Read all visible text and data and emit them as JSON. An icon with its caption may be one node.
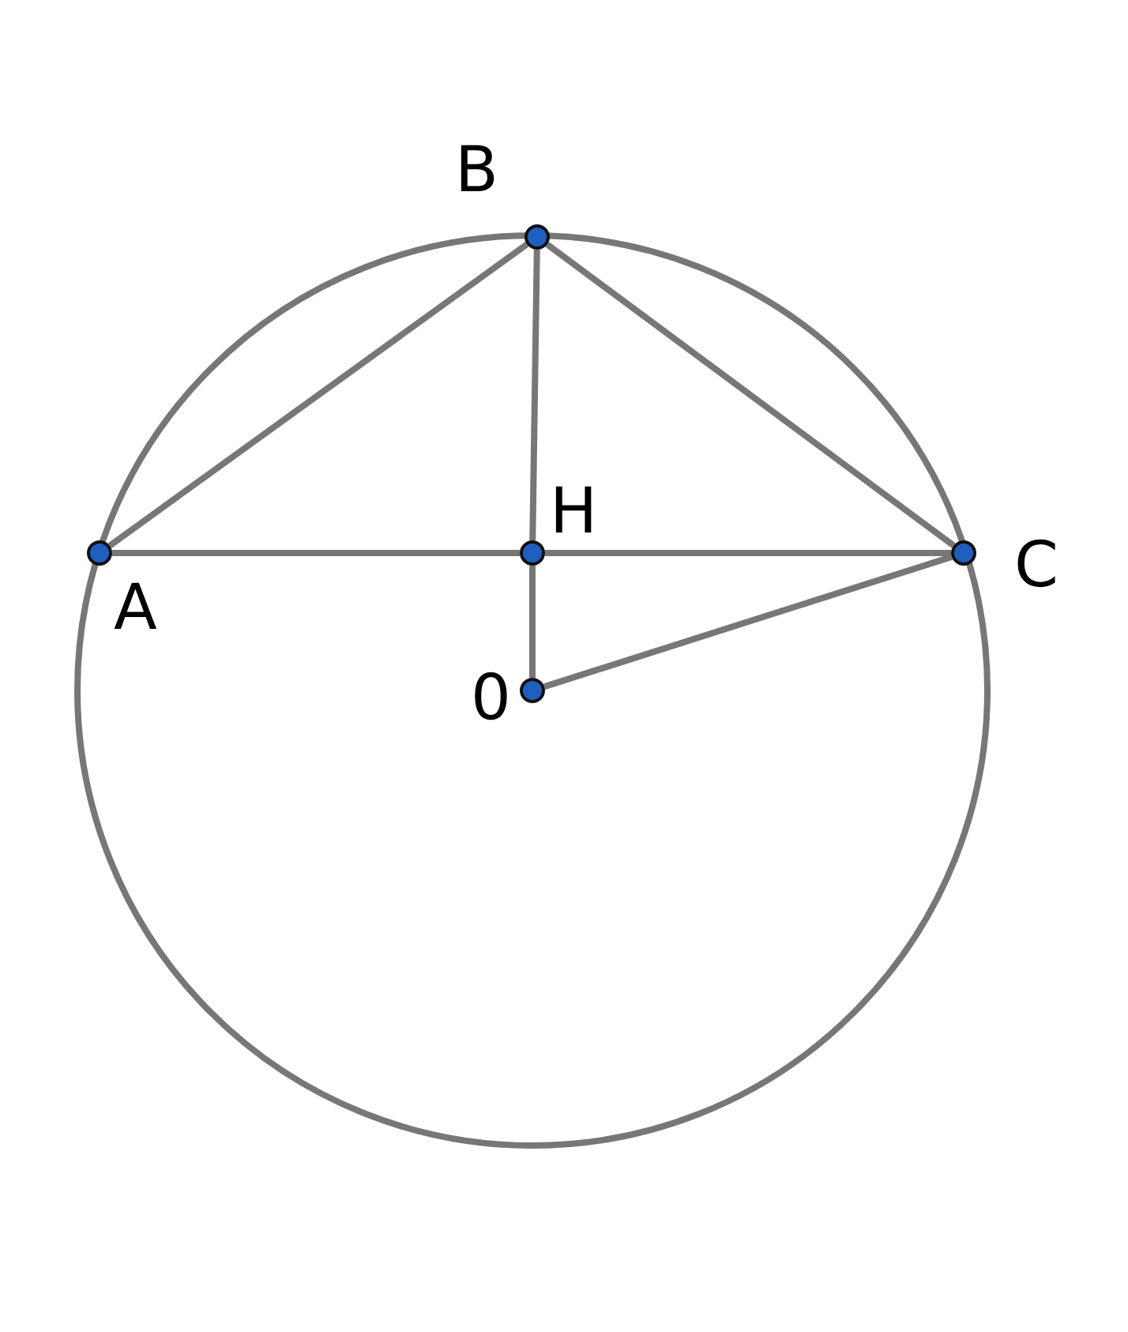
{
  "diagram": {
    "nodes": [
      {
        "text": [],
        "shape": "circle",
        "beside": [
          "A"
        ]
      },
      {
        "text": [],
        "shape": "circle",
        "beside": [
          "B"
        ]
      },
      {
        "text": [],
        "shape": "circle",
        "beside": [
          "H"
        ]
      },
      {
        "text": [],
        "shape": "circle",
        "beside": [
          "C"
        ]
      },
      {
        "text": [],
        "shape": "circle",
        "beside": [
          "0"
        ]
      }
    ],
    "edges": [
      {
        "from": 0,
        "to": 1,
        "arrow": "none"
      },
      {
        "from": 1,
        "to": 3,
        "arrow": "none"
      },
      {
        "from": 1,
        "to": 2,
        "arrow": "none"
      },
      {
        "from": 0,
        "to": 2,
        "arrow": "none"
      },
      {
        "from": 2,
        "to": 3,
        "arrow": "none"
      },
      {
        "from": 2,
        "to": 4,
        "arrow": "none"
      },
      {
        "from": 4,
        "to": 3,
        "arrow": "none"
      }
    ]
  }
}
